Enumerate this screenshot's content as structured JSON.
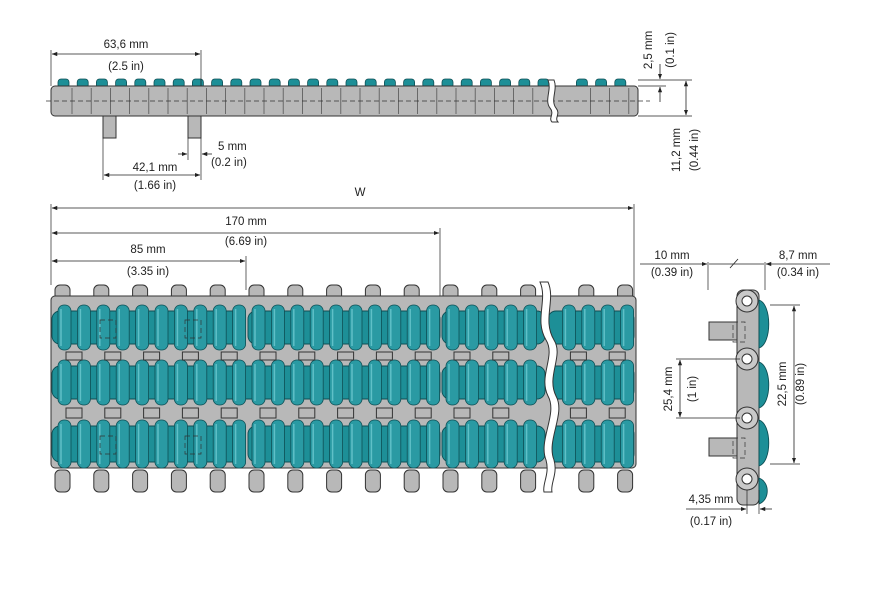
{
  "colors": {
    "module_teal": "#1d8f97",
    "module_grey": "#b8b8b8"
  },
  "top_view": {
    "pitch_width": {
      "mm": "63,6 mm",
      "in": "(2.5 in)"
    },
    "rib_height": {
      "mm": "2,5 mm",
      "in": "(0.1 in)"
    },
    "belt_thickness": {
      "mm": "11,2 mm",
      "in": "(0.44 in)"
    },
    "tab_width": {
      "mm": "5 mm",
      "in": "(0.2 in)"
    },
    "tab_spacing": {
      "mm": "42,1 mm",
      "in": "(1.66 in)"
    }
  },
  "plan_view": {
    "width_label": "W",
    "module_width": {
      "mm": "170 mm",
      "in": "(6.69 in)"
    },
    "half_width": {
      "mm": "85 mm",
      "in": "(3.35 in)"
    }
  },
  "side_view": {
    "offset_left": {
      "mm": "10 mm",
      "in": "(0.39 in)"
    },
    "offset_right": {
      "mm": "8,7 mm",
      "in": "(0.34 in)"
    },
    "pitch": {
      "mm": "25,4 mm",
      "in": "(1 in)"
    },
    "height": {
      "mm": "22,5 mm",
      "in": "(0.89 in)"
    },
    "base_offset": {
      "mm": "4,35 mm",
      "in": "(0.17 in)"
    }
  }
}
